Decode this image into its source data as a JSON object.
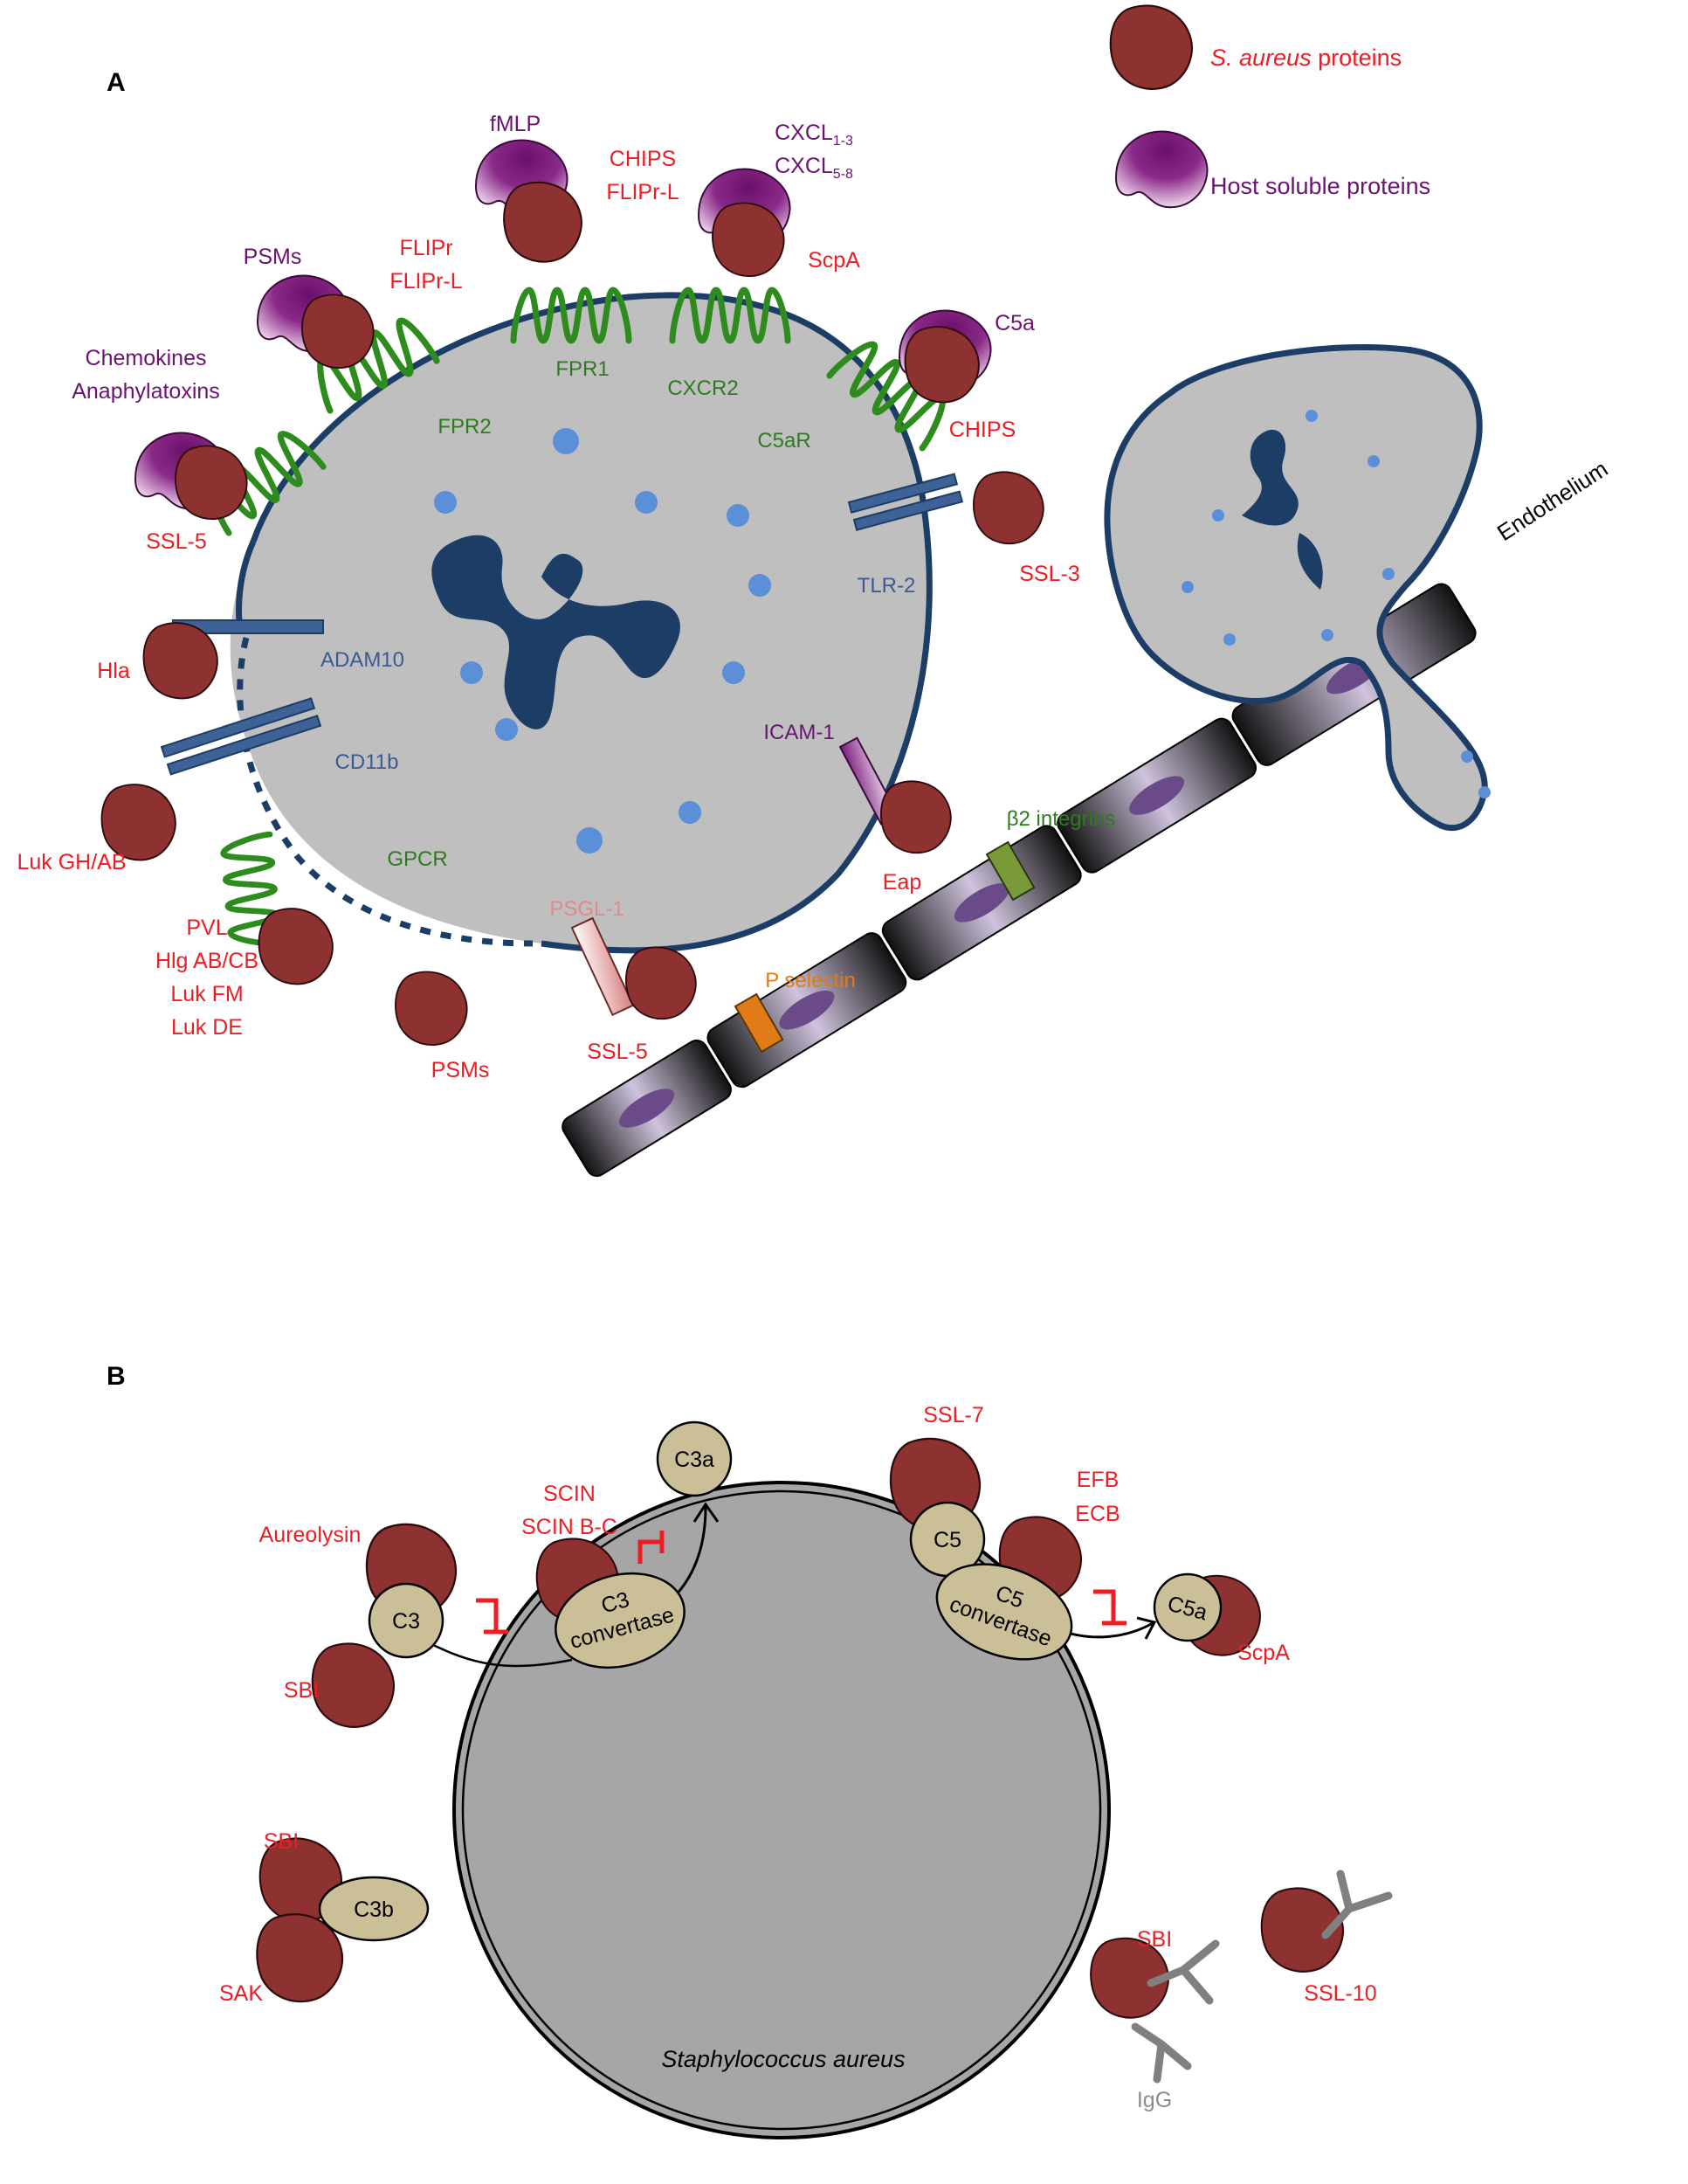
{
  "panels": {
    "a": "A",
    "b": "B"
  },
  "colors": {
    "staph_protein": "#8e3131",
    "host_protein": "#7a1279",
    "receptor_7tm": "#2e8b1e",
    "receptor_blue": "#3e6296",
    "cell_fill": "#bfbfbf",
    "cell_outline": "#1c3d66",
    "complement": "#cbbf98",
    "label_red": "#ee1d24",
    "label_purple": "#6a1370",
    "label_green": "#2f7a1f",
    "label_blue": "#3b5a92"
  },
  "legend": {
    "staph_em": "S. aureus",
    "staph_rest": " proteins",
    "host": "Host soluble proteins"
  },
  "panel_a": {
    "ligands": {
      "fmlp": "fMLP",
      "cxcl1_base": "CXCL",
      "cxcl1_sub": "1-3",
      "cxcl2_base": "CXCL",
      "cxcl2_sub": "5-8",
      "psms": "PSMs",
      "chemokines": "Chemokines",
      "anaphylatoxins": "Anaphylatoxins",
      "c5a": "C5a"
    },
    "bacterial": {
      "chips_top": "CHIPS",
      "flipr_l_top": "FLIPr-L",
      "flipr": "FLIPr",
      "flipr_l": "FLIPr-L",
      "scpa": "ScpA",
      "chips_right": "CHIPS",
      "ssl5_left": "SSL-5",
      "ssl3": "SSL-3",
      "hla": "Hla",
      "luk_ghab": "Luk GH/AB",
      "pvl": "PVL",
      "hlg": "Hlg AB/CB",
      "lukfm": "Luk FM",
      "lukde": "Luk DE",
      "psms_bottom": "PSMs",
      "ssl5_bottom": "SSL-5",
      "eap": "Eap"
    },
    "receptors": {
      "fpr1": "FPR1",
      "fpr2": "FPR2",
      "cxcr2": "CXCR2",
      "c5ar": "C5aR",
      "gpcr": "GPCR"
    },
    "membrane": {
      "tlr2": "TLR-2",
      "adam10": "ADAM10",
      "cd11b": "CD11b"
    },
    "adhesion": {
      "icam1": "ICAM-1",
      "psgl1": "PSGL-1",
      "b2int": "β2 integrins",
      "pselectin": "P selectin",
      "endothelium": "Endothelium"
    }
  },
  "panel_b": {
    "aureolysin": "Aureolysin",
    "sbi_c3": "SBI",
    "c3": "C3",
    "scin": "SCIN",
    "scin_bc": "SCIN B-C",
    "c3conv_1": "C3",
    "c3conv_2": "convertase",
    "c3a": "C3a",
    "ssl7": "SSL-7",
    "efb": "EFB",
    "ecb": "ECB",
    "c5": "C5",
    "c5conv_1": "C5",
    "c5conv_2": "convertase",
    "c5a": "C5a",
    "scpa": "ScpA",
    "sbi_c3b": "SBI",
    "c3b": "C3b",
    "sak": "SAK",
    "sbi_igg": "SBI",
    "igg": "IgG",
    "ssl10": "SSL-10",
    "bacterium": "Staphylococcus aureus"
  }
}
